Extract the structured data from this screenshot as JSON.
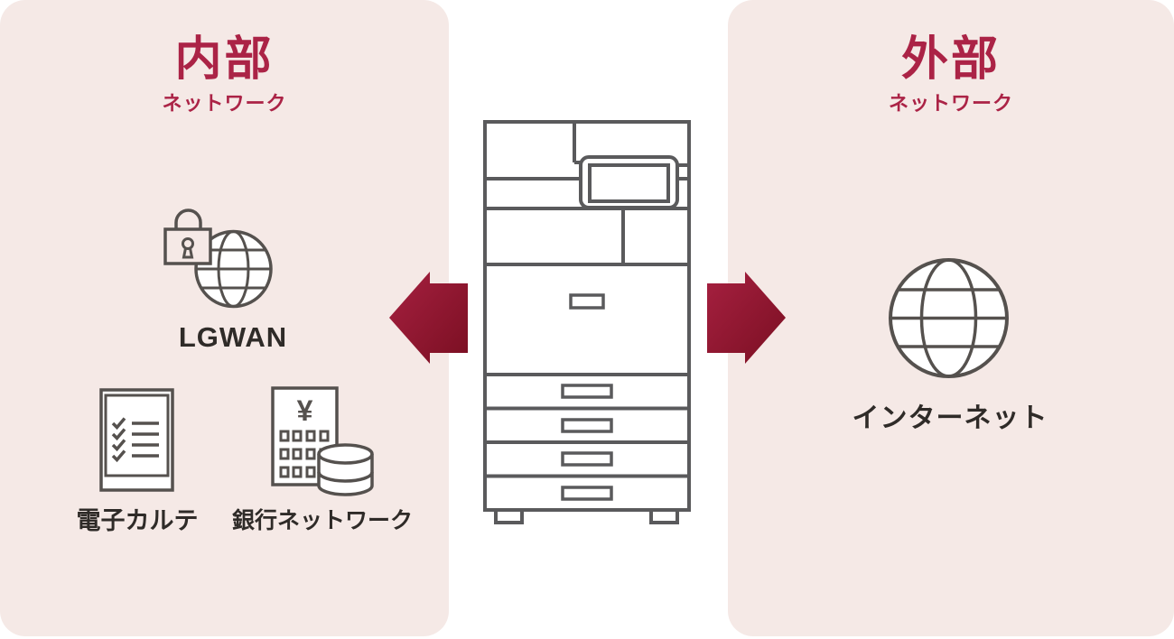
{
  "diagram": {
    "type": "network-separation-diagram",
    "device": "multifunction-printer"
  },
  "colors": {
    "canvas_bg": "#ffffff",
    "panel_bg": "#f5e9e6",
    "heading_accent": "#ab2346",
    "arrow_gradient_light": "#a62040",
    "arrow_gradient_dark": "#7a0f22",
    "printer_stroke": "#5a5a5c",
    "icon_stroke": "#55514e",
    "label_text": "#2f2b28"
  },
  "left_panel": {
    "title": "内部",
    "subtitle": "ネットワーク",
    "items": [
      {
        "label": "LGWAN",
        "icon": "lock-globe-icon"
      },
      {
        "label": "電子カルテ",
        "icon": "medical-record-checklist-icon"
      },
      {
        "label": "銀行ネットワーク",
        "icon": "bank-database-icon",
        "currency_mark": "¥"
      }
    ]
  },
  "right_panel": {
    "title": "外部",
    "subtitle": "ネットワーク",
    "items": [
      {
        "label": "インターネット",
        "icon": "globe-icon"
      }
    ]
  },
  "arrows": {
    "left": "arrow-pointing-left-from-printer-to-internal-network",
    "right": "arrow-pointing-right-from-printer-to-external-network"
  }
}
